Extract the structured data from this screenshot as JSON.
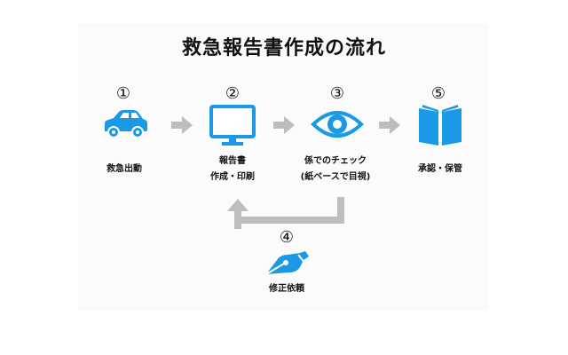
{
  "title": "救急報告書作成の流れ",
  "colors": {
    "icon_blue": "#1a9ae6",
    "arrow_gray": "#bdbdbd"
  },
  "steps": [
    {
      "number": "①",
      "icon": "car-icon",
      "label_line1": "救急出動",
      "label_line2": ""
    },
    {
      "number": "②",
      "icon": "monitor-icon",
      "label_line1": "報告書",
      "label_line2": "作成・印刷"
    },
    {
      "number": "③",
      "icon": "eye-icon",
      "label_line1": "係でのチェック",
      "label_line2": "(紙ベースで目視)"
    },
    {
      "number": "⑤",
      "icon": "book-icon",
      "label_line1": "承認・保管",
      "label_line2": ""
    },
    {
      "number": "④",
      "icon": "pen-nib-icon",
      "label_line1": "修正依頼",
      "label_line2": ""
    }
  ]
}
